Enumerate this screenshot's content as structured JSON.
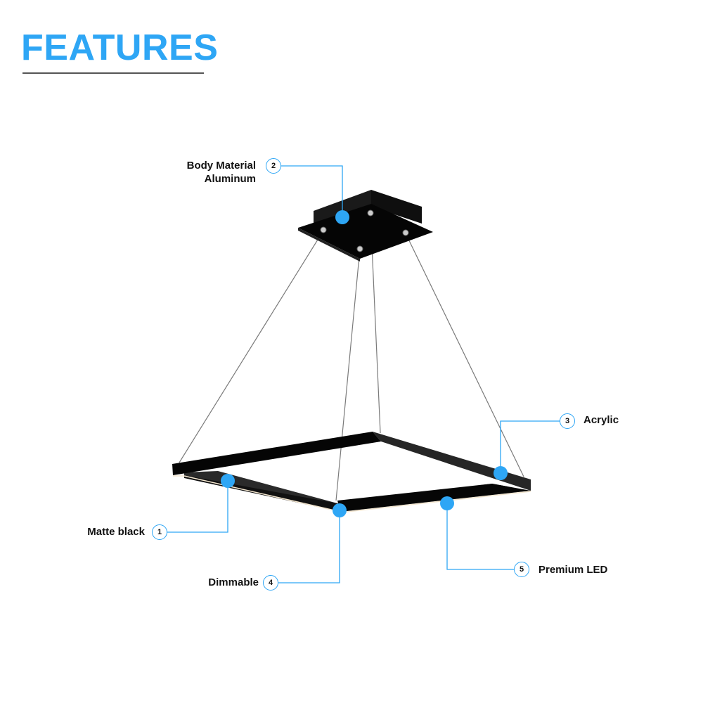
{
  "header": {
    "title": "FEATURES"
  },
  "colors": {
    "accent": "#2ea6f5",
    "fixture": "#0a0a0a",
    "wire": "#777777",
    "rule": "#555555"
  },
  "callouts": [
    {
      "number": "1",
      "label": "Matte black"
    },
    {
      "number": "2",
      "label_line1": "Body Material",
      "label_line2": "Aluminum"
    },
    {
      "number": "3",
      "label": "Acrylic"
    },
    {
      "number": "4",
      "label": "Dimmable"
    },
    {
      "number": "5",
      "label": "Premium LED"
    }
  ]
}
